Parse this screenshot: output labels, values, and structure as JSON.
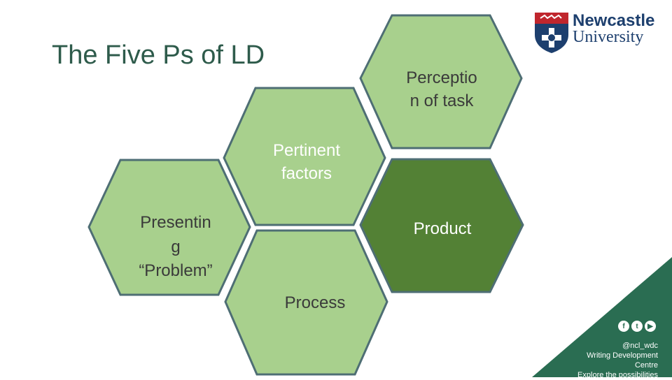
{
  "slide": {
    "title": "The Five Ps of LD",
    "logo": {
      "line1": "Newcastle",
      "line2": "University"
    },
    "hexagons": [
      {
        "id": "perception",
        "lines": [
          "Perceptio",
          "n of task"
        ],
        "fill": "#a8d08d",
        "text_color": "#3a3a3a"
      },
      {
        "id": "pertinent",
        "lines": [
          "Pertinent",
          "factors"
        ],
        "fill": "#a8d08d",
        "text_color": "#ffffff"
      },
      {
        "id": "presenting",
        "lines": [
          "Presentin",
          "g",
          "“Problem”"
        ],
        "fill": "#a8d08d",
        "text_color": "#3a3a3a"
      },
      {
        "id": "product",
        "lines": [
          "Product"
        ],
        "fill": "#538135",
        "text_color": "#ffffff"
      },
      {
        "id": "process",
        "lines": [
          "Process"
        ],
        "fill": "#a8d08d",
        "text_color": "#3a3a3a"
      }
    ],
    "hex_border": "#4e6e74",
    "footer": {
      "social_icons": [
        "facebook-icon",
        "twitter-icon",
        "youtube-icon"
      ],
      "handle": "@ncl_wdc",
      "line2": "Writing Development",
      "line3": "Centre",
      "line4": "Explore the possibilities",
      "triangle_color": "#2a6d52"
    }
  }
}
